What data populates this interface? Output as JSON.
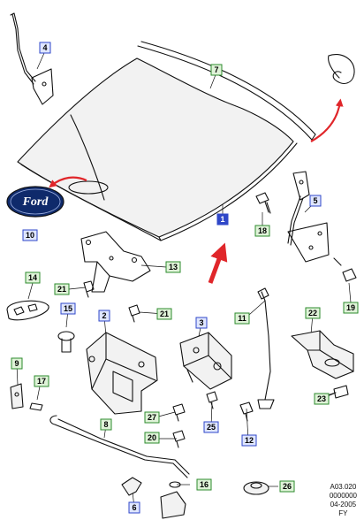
{
  "colors": {
    "arrow_red": "#e0262a",
    "label_green_border": "#2e8b2e",
    "label_green_fill": "#dff3d8",
    "label_blue_border": "#2f47c8",
    "label_blue_fill": "#dfe6ff",
    "label_highlight_fill": "#2f47c8",
    "emblem_bg": "#0f2a6b"
  },
  "emblem_text": "Ford",
  "callouts": [
    {
      "id": "c1",
      "text": "1",
      "style": "highlight"
    },
    {
      "id": "c2",
      "text": "2",
      "style": "blue"
    },
    {
      "id": "c3",
      "text": "3",
      "style": "blue"
    },
    {
      "id": "c4",
      "text": "4",
      "style": "blue"
    },
    {
      "id": "c5",
      "text": "5",
      "style": "blue"
    },
    {
      "id": "c6",
      "text": "6",
      "style": "blue"
    },
    {
      "id": "c7",
      "text": "7",
      "style": "green"
    },
    {
      "id": "c8",
      "text": "8",
      "style": "green"
    },
    {
      "id": "c9",
      "text": "9",
      "style": "green"
    },
    {
      "id": "c10",
      "text": "10",
      "style": "blue"
    },
    {
      "id": "c11",
      "text": "11",
      "style": "green"
    },
    {
      "id": "c12",
      "text": "12",
      "style": "blue"
    },
    {
      "id": "c13",
      "text": "13",
      "style": "green"
    },
    {
      "id": "c14",
      "text": "14",
      "style": "green"
    },
    {
      "id": "c15",
      "text": "15",
      "style": "blue"
    },
    {
      "id": "c16",
      "text": "16",
      "style": "green"
    },
    {
      "id": "c17",
      "text": "17",
      "style": "green"
    },
    {
      "id": "c18",
      "text": "18",
      "style": "green"
    },
    {
      "id": "c19",
      "text": "19",
      "style": "green"
    },
    {
      "id": "c20",
      "text": "20",
      "style": "green"
    },
    {
      "id": "c21a",
      "text": "21",
      "style": "green"
    },
    {
      "id": "c21b",
      "text": "21",
      "style": "green"
    },
    {
      "id": "c22",
      "text": "22",
      "style": "green"
    },
    {
      "id": "c23",
      "text": "23",
      "style": "green"
    },
    {
      "id": "c25",
      "text": "25",
      "style": "blue"
    },
    {
      "id": "c26",
      "text": "26",
      "style": "green"
    },
    {
      "id": "c27",
      "text": "27",
      "style": "green"
    }
  ],
  "footer": {
    "line1": "A03.020",
    "line2": "0000000",
    "line3": "04-2005",
    "line4": "FY"
  }
}
